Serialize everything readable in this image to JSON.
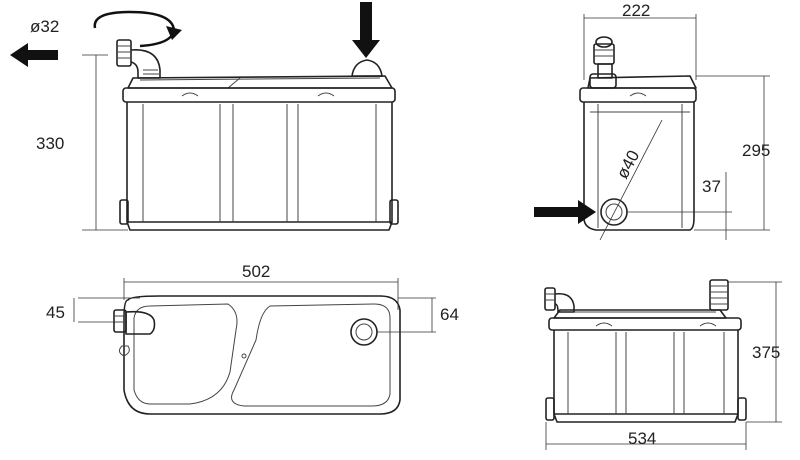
{
  "dimensions": {
    "outlet_diameter": "ø32",
    "inlet_diameter": "ø40",
    "front_height": "330",
    "side_depth": "222",
    "side_height": "295",
    "inlet_height": "37",
    "top_length": "502",
    "top_offset_left": "45",
    "top_offset_right": "64",
    "back_height": "375",
    "back_width": "534"
  },
  "colors": {
    "outline": "#222222",
    "arrow": "#111111"
  },
  "icons": [
    "flow-arrow-left-icon",
    "flow-arrow-down-icon",
    "flow-arrow-right-icon",
    "rotate-arrow-icon"
  ]
}
